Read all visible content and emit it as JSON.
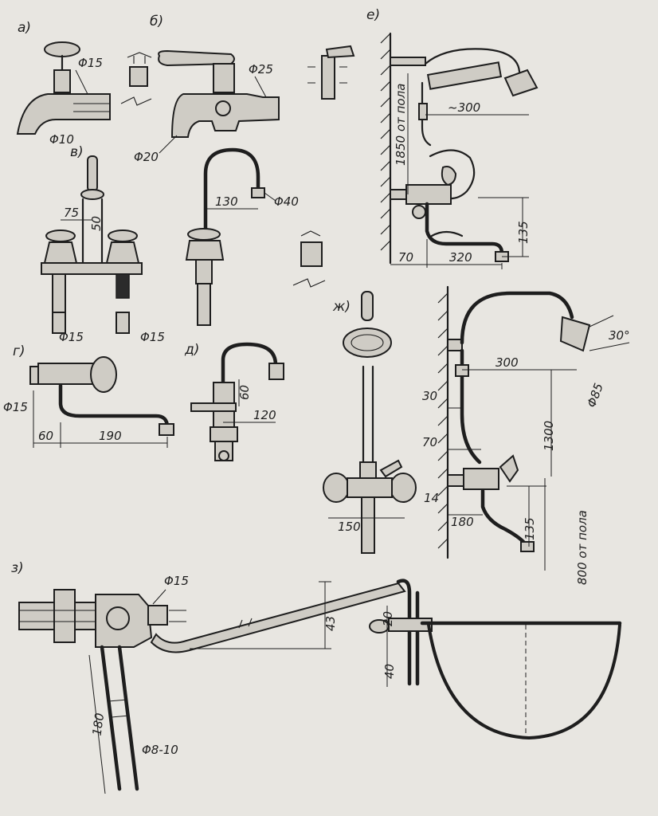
{
  "labels": {
    "a": "а)",
    "b": "б)",
    "v": "в)",
    "g": "г)",
    "d": "д)",
    "e": "е)",
    "zh": "ж)",
    "z": "з)"
  },
  "dims": {
    "a_d15": "Φ15",
    "a_d10": "Φ10",
    "b_d25": "Φ25",
    "b_d20": "Φ20",
    "v_75": "75",
    "v_50": "50",
    "v_d15_left": "Φ15",
    "v_d15_right": "Φ15",
    "v_130": "130",
    "v_d40": "Φ40",
    "e_300": "~300",
    "e_height": "1850 от пола",
    "e_135": "135",
    "e_70": "70",
    "e_320": "320",
    "g_d15": "Φ15",
    "g_60": "60",
    "g_190": "190",
    "d_60": "60",
    "d_120": "120",
    "zh_150": "150",
    "zh_300": "300",
    "zh_30deg": "30°",
    "zh_d85": "Φ85",
    "zh_30": "30",
    "zh_1300": "1300",
    "zh_70": "70",
    "zh_14": "14",
    "zh_180": "180",
    "zh_135": "135",
    "zh_height": "800 от пола",
    "z_d15": "Φ15",
    "z_43": "43",
    "z_20": "20",
    "z_40": "40",
    "z_180": "180",
    "z_d8_10": "Φ8-10"
  }
}
